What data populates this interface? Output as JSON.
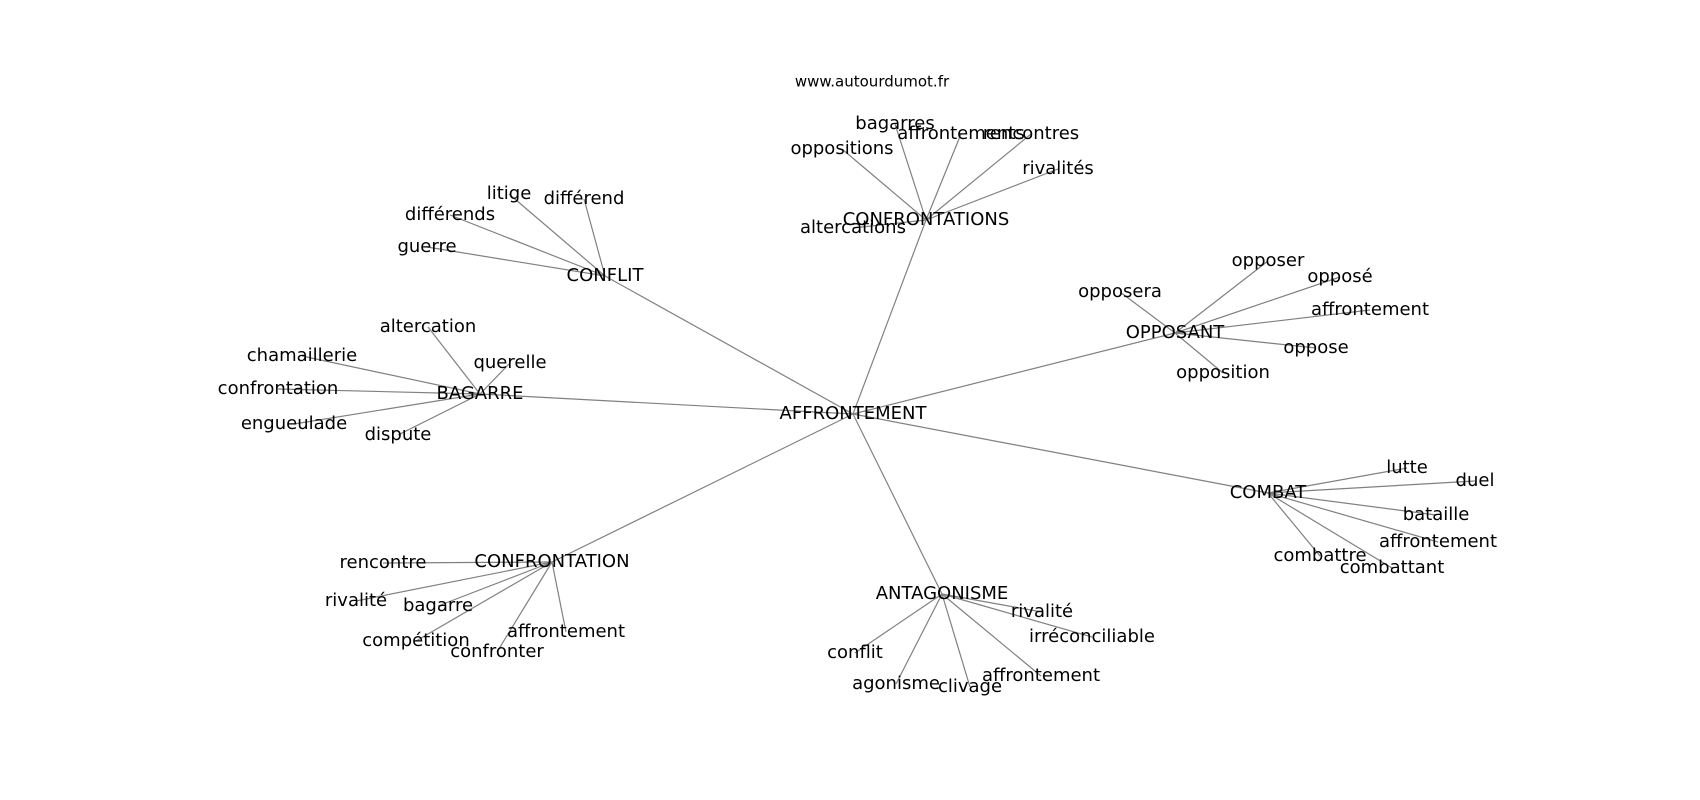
{
  "credit": "www.autourdumot.fr",
  "center": "AFFRONTEMENT",
  "groups": [
    {
      "key": "confrontations",
      "label": "CONFRONTATIONS",
      "leaves": [
        "bagarres",
        "affrontements",
        "rencontres",
        "oppositions",
        "rivalités",
        "altercations"
      ]
    },
    {
      "key": "conflit",
      "label": "CONFLIT",
      "leaves": [
        "litige",
        "différend",
        "différends",
        "guerre"
      ]
    },
    {
      "key": "opposant",
      "label": "OPPOSANT",
      "leaves": [
        "opposer",
        "opposé",
        "opposera",
        "affrontement",
        "oppose",
        "opposition"
      ]
    },
    {
      "key": "bagarre",
      "label": "BAGARRE",
      "leaves": [
        "altercation",
        "chamaillerie",
        "querelle",
        "confrontation",
        "engueulade",
        "dispute"
      ]
    },
    {
      "key": "combat",
      "label": "COMBAT",
      "leaves": [
        "lutte",
        "duel",
        "bataille",
        "affrontement",
        "combattre",
        "combattant"
      ]
    },
    {
      "key": "confrontation",
      "label": "CONFRONTATION",
      "leaves": [
        "rencontre",
        "rivalité",
        "bagarre",
        "compétition",
        "affrontement",
        "confronter"
      ]
    },
    {
      "key": "antagonisme",
      "label": "ANTAGONISME",
      "leaves": [
        "rivalité",
        "irréconciliable",
        "conflit",
        "affrontement",
        "agonisme",
        "clivage"
      ]
    }
  ]
}
